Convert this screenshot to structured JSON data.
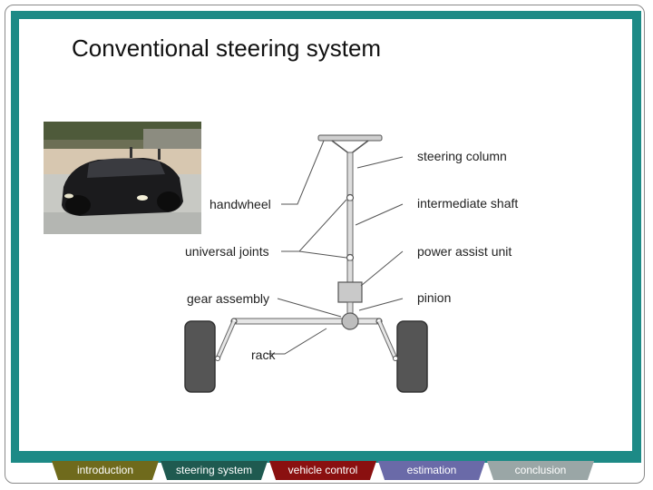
{
  "slide": {
    "title": "Conventional steering system"
  },
  "diagram": {
    "labels": {
      "steering_column": "steering column",
      "handwheel": "handwheel",
      "intermediate_shaft": "intermediate shaft",
      "universal_joints": "universal joints",
      "power_assist_unit": "power assist unit",
      "gear_assembly": "gear assembly",
      "pinion": "pinion",
      "rack": "rack"
    }
  },
  "nav": {
    "tabs": [
      {
        "label": "introduction",
        "color": "#6f6a1c"
      },
      {
        "label": "steering system",
        "color": "#1f5a50"
      },
      {
        "label": "vehicle control",
        "color": "#8a1010"
      },
      {
        "label": "estimation",
        "color": "#6a6aa8"
      },
      {
        "label": "conclusion",
        "color": "#9aa6a6"
      }
    ]
  },
  "colors": {
    "frame_teal": "#1d8a86"
  }
}
